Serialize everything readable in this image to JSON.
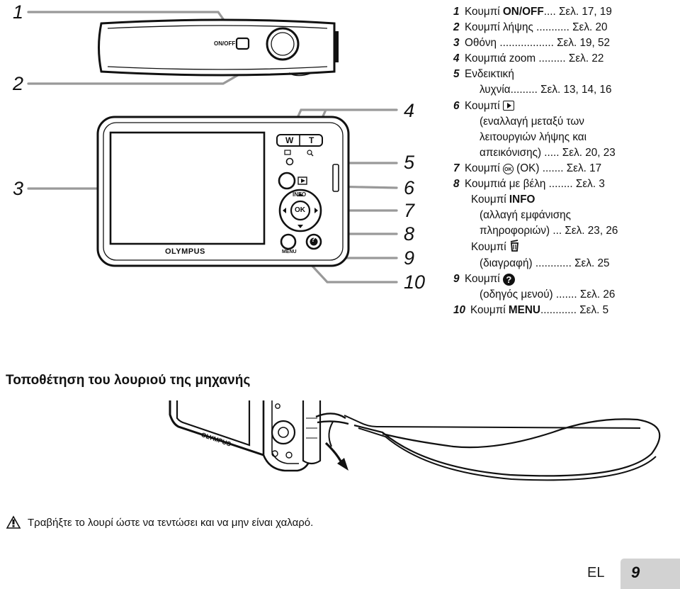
{
  "callouts": [
    "1",
    "2",
    "3",
    "4",
    "5",
    "6",
    "7",
    "8",
    "9",
    "10"
  ],
  "camera": {
    "onoff_label": "ON/OFF",
    "brand": "OLYMPUS",
    "zoom_w": "W",
    "zoom_t": "T",
    "info_label": "INFO",
    "ok_label": "OK",
    "menu_label": "MENU",
    "help_label": "?"
  },
  "legend": [
    {
      "num": "1",
      "pre": "Κουμπί ",
      "strong": "ON/OFF",
      "post": ".... Σελ. 17, 19"
    },
    {
      "num": "2",
      "text": "Κουμπί λήψης ........... Σελ. 20"
    },
    {
      "num": "3",
      "text": "Οθόνη .................. Σελ. 19, 52"
    },
    {
      "num": "4",
      "text": "Κουμπιά zoom ......... Σελ. 22"
    },
    {
      "num": "5",
      "line1": "Ενδεικτική",
      "line2": "λυχνία......... Σελ. 13, 14, 16"
    },
    {
      "num": "6",
      "pre": "Κουμπί ",
      "lines": [
        "(εναλλαγή μεταξύ των",
        "λειτουργιών λήψης και",
        "απεικόνισης) ..... Σελ. 20, 23"
      ]
    },
    {
      "num": "7",
      "pre": "Κουμπί ",
      "ok": "OK",
      "post": " (OK) ....... Σελ. 17"
    },
    {
      "num": "8",
      "text": "Κουμπιά με βέλη ........ Σελ. 3"
    },
    {
      "pre": "Κουμπί ",
      "strong": "INFO",
      "lines": [
        "(αλλαγή εμφάνισης",
        "πληροφοριών) ... Σελ. 23, 26"
      ]
    },
    {
      "pre": "Κουμπί ",
      "lines": [
        "(διαγραφή) ............ Σελ. 25"
      ]
    },
    {
      "num": "9",
      "pre": "Κουμπί ",
      "help": "?",
      "lines": [
        "(οδηγός μενού) ....... Σελ. 26"
      ]
    },
    {
      "num": "10",
      "pre": "Κουμπί ",
      "strong": "MENU",
      "post": "............ Σελ. 5"
    }
  ],
  "section_title": "Τοποθέτηση του λουριού της μηχανής",
  "strap_brand": "OLYMPUS",
  "warning_icon": "exclamation-warning-icon",
  "warning_text": "Τραβήξτε το λουρί ώστε να τεντώσει και να μην είναι χαλαρό.",
  "footer": {
    "lang": "EL",
    "page": "9"
  }
}
